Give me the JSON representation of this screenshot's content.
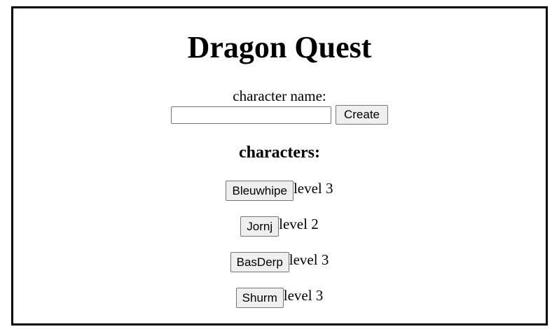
{
  "page": {
    "title": "Dragon Quest"
  },
  "create_form": {
    "label": "character name:",
    "input_value": "",
    "button_label": "Create"
  },
  "characters_section": {
    "heading": "characters:",
    "items": [
      {
        "name": "Bleuwhipe",
        "level": "level 3"
      },
      {
        "name": "Jornj",
        "level": "level 2"
      },
      {
        "name": "BasDerp",
        "level": "level 3"
      },
      {
        "name": "Shurm",
        "level": "level 3"
      }
    ]
  }
}
